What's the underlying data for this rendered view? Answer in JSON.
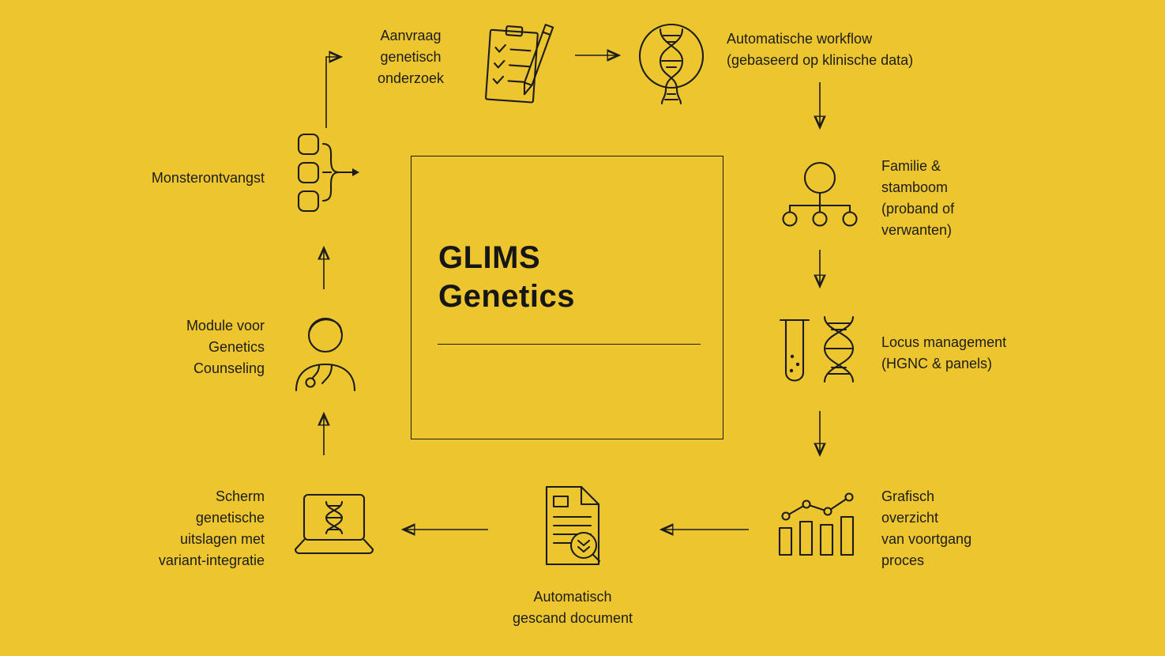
{
  "colors": {
    "background": "#EDC62F",
    "ink": "#1C1C1C"
  },
  "center": {
    "title": "GLIMS\nGenetics"
  },
  "labels": {
    "aanvraag": "Aanvraag\ngenetisch\nonderzoek",
    "workflow": "Automatische workflow\n(gebaseerd op klinische data)",
    "familie": "Familie &\nstamboom\n(proband of\nverwanten)",
    "locus": "Locus management\n(HGNC & panels)",
    "grafisch": "Grafisch\noverzicht\nvan voortgang\nproces",
    "document": "Automatisch\ngescand document",
    "scherm": "Scherm\ngenetische\nuitslagen met\nvariant-integratie",
    "module": "Module voor\nGenetics\nCounseling",
    "monster": "Monsterontvangst"
  },
  "icons": {
    "aanvraag": "clipboard-checklist-pencil-icon",
    "workflow": "dna-magnifier-icon",
    "familie": "pedigree-tree-icon",
    "locus": "test-tube-dna-icon",
    "grafisch": "bar-line-chart-icon",
    "document": "scanned-document-icon",
    "scherm": "laptop-dna-icon",
    "module": "counselor-icon",
    "monster": "sample-containers-arrow-icon"
  }
}
